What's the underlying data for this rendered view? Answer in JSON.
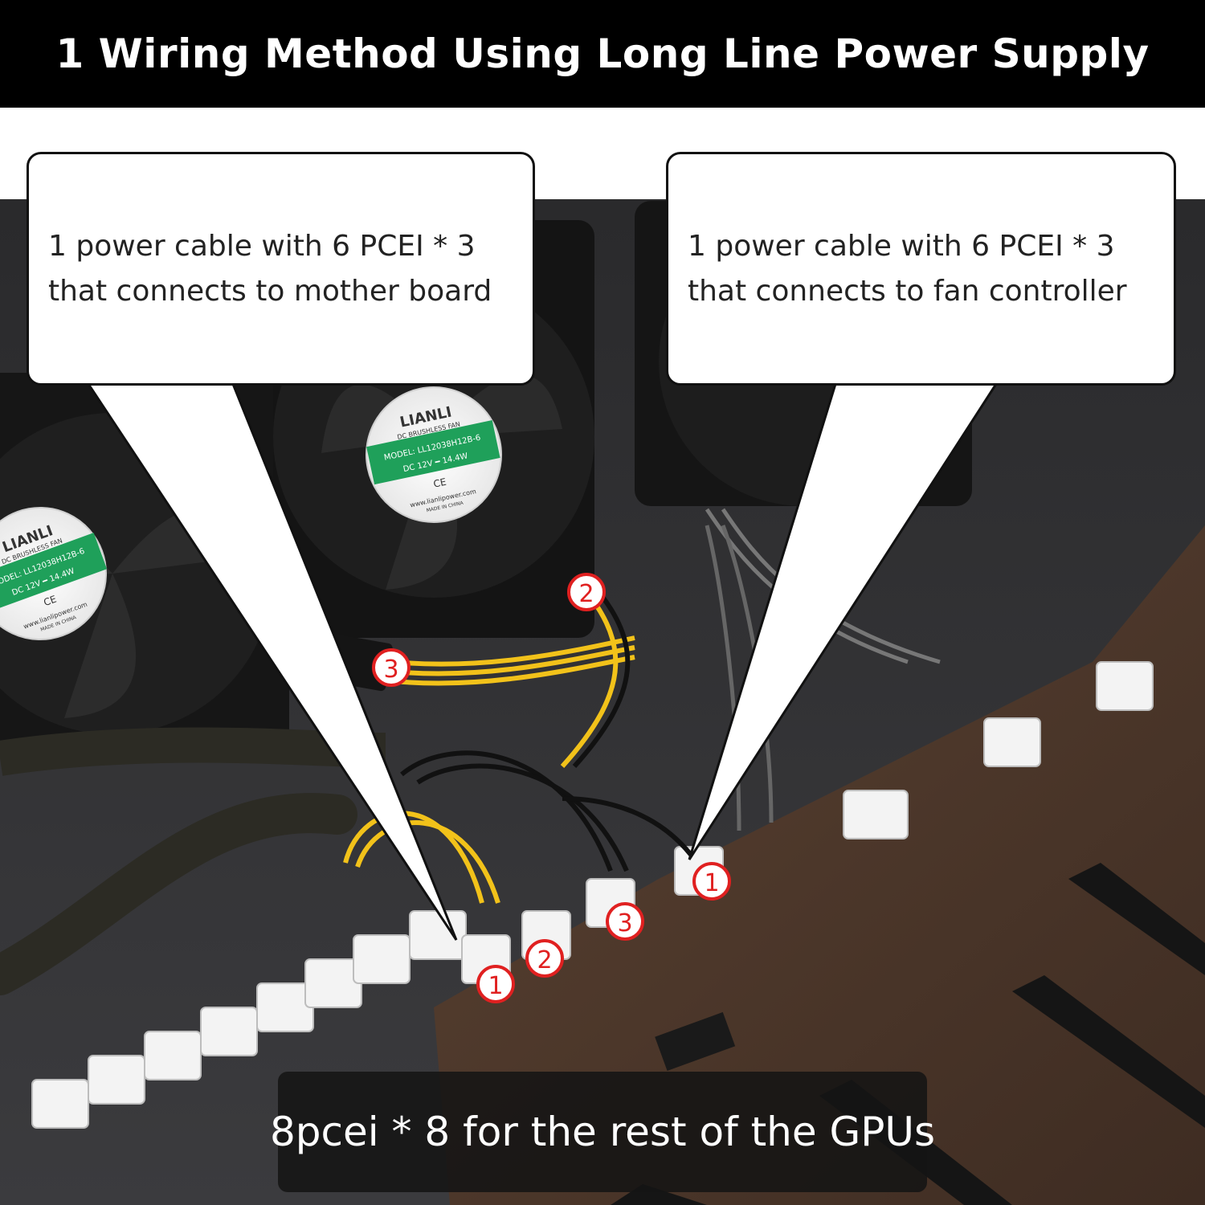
{
  "title": "1 Wiring Method Using Long Line Power Supply",
  "callout_left": {
    "line1": "1 power cable with 6 PCEI * 3",
    "line2": "that connects to mother board"
  },
  "callout_right": {
    "line1": "1 power cable with 6 PCEI * 3",
    "line2": "that connects to fan controller"
  },
  "bottom_label": "8pcei * 8 for the rest of the GPUs",
  "markers": [
    "1",
    "2",
    "3",
    "1",
    "2",
    "3"
  ],
  "fan_label": {
    "brand": "LIANLI",
    "type": "DC BRUSHLESS FAN",
    "model": "MODEL: LL12038H12B-6",
    "rating": "DC 12V ━ 14.4W",
    "ce": "CE",
    "site": "www.lianlipower.com",
    "origin": "MADE IN CHINA"
  },
  "colors": {
    "title_bg": "#000000",
    "accent_red": "#e02020",
    "wire_yellow": "#f2c21a",
    "board_brown": "#4a3528",
    "fan_green": "#1fa05a"
  }
}
